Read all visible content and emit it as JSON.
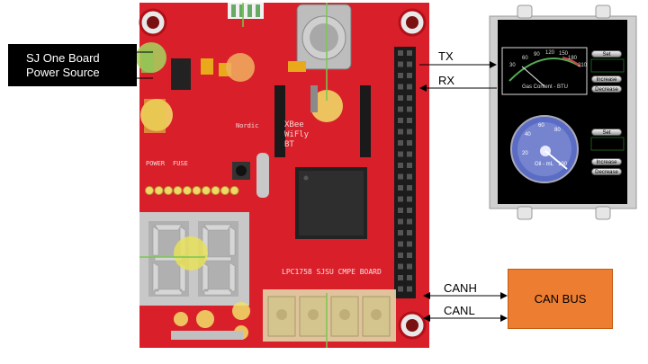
{
  "labels": {
    "power_source_line1": "SJ One Board",
    "power_source_line2": "Power Source",
    "can_bus": "CAN BUS",
    "tx": "TX",
    "rx": "RX",
    "canh": "CANH",
    "canl": "CANL"
  },
  "board": {
    "title": "LPC1758 SJSU CMPE BOARD",
    "xbee_label_1": "XBee",
    "xbee_label_2": "WiFly",
    "xbee_label_3": "BT",
    "power_label": "POWER",
    "fuse_label": "FUSE",
    "nordic_label": "Nordic"
  },
  "display": {
    "gauge1_caption": "Gas Content - BTU",
    "gauge1_ticks": [
      "30",
      "60",
      "90",
      "120",
      "150",
      "180",
      "210"
    ],
    "gauge2_caption": "Oil - mL",
    "gauge2_ticks": [
      "20",
      "40",
      "60",
      "80",
      "100"
    ],
    "btn_set": "Set",
    "btn_increase": "Increase",
    "btn_decrease": "Decrease"
  },
  "colors": {
    "board_red": "#d9202a",
    "can_orange": "#ed7d31",
    "power_black": "#000000"
  }
}
